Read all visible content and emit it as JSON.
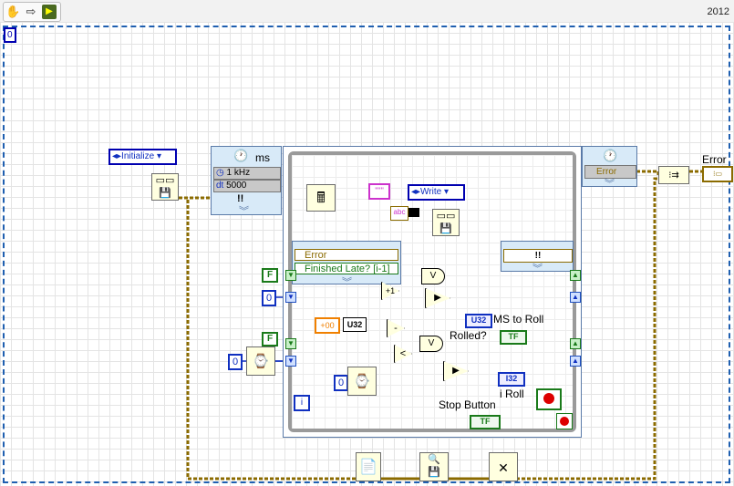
{
  "toolbar": {
    "icons": [
      "hand-icon",
      "run-arrow-icon",
      "labview-icon"
    ],
    "version": "2012"
  },
  "outer_structure": {
    "case_selector": "0"
  },
  "init_enum": {
    "value": "Initialize"
  },
  "timed_loop_input": {
    "unit": "ms",
    "source_value": "1 kHz",
    "dt_label": "dt",
    "dt_value": "5000",
    "warning": "!!"
  },
  "timed_loop_output": {
    "error_label": "Error"
  },
  "inner_left_node": {
    "error_label": "Error",
    "finished_label": "Finished Late? [i-1]"
  },
  "inner_right_node": {
    "warning": "!!"
  },
  "write_enum": {
    "value": "Write"
  },
  "string_const": {
    "value": "abc"
  },
  "constants": {
    "false_top": "F",
    "false_mid": "F",
    "zero_left": "0",
    "zero_main": "0",
    "zero_tick": "0",
    "plus_infinity": "+00",
    "u32_type": "U32",
    "plus_one": "+1",
    "i_terminal": "i"
  },
  "indicators": {
    "ms_to_roll_type": "U32",
    "ms_to_roll_label": "MS to Roll",
    "rolled_type": "TF",
    "rolled_label": "Rolled?",
    "i_roll_type": "I32",
    "i_roll_label": "i Roll",
    "stop_type": "TF",
    "stop_label": "Stop Button"
  },
  "error_indicator": {
    "label": "Error"
  },
  "colors": {
    "error_wire": "#8b6b00",
    "number_wire": "#1030c0",
    "boolean_wire": "#1a7a1a",
    "string_wire": "#cc33cc",
    "structure": "#1f5fb0"
  }
}
